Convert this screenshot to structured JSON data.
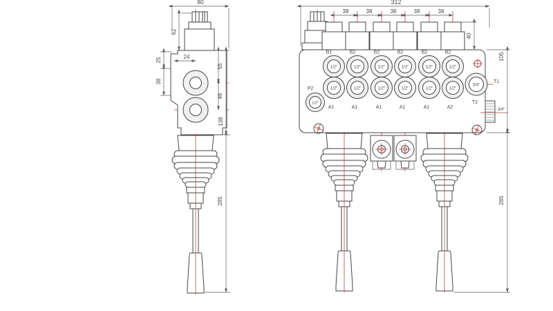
{
  "drawing": {
    "type": "hydraulic-directional-valve-dimension-drawing",
    "colors": {
      "outline": "#45454a",
      "centerline": "#b23b36",
      "dimension": "#5a5a60",
      "background": "#ffffff",
      "boss_fill": "#f0f0f1"
    },
    "side_view": {
      "dims": {
        "width": "80",
        "actuator_height": "62",
        "flange_top": "25",
        "flange_port": "38",
        "spool_offset": "24",
        "port1_from_top": "55",
        "port_spacing": "46",
        "body_height": "138",
        "lever_reach": "285"
      }
    },
    "front_view": {
      "dims": {
        "overall_width": "312",
        "section_pitch": [
          "38",
          "38",
          "38",
          "38",
          "38"
        ],
        "cap_height": "40",
        "body_height": "105",
        "lever_reach": "285"
      },
      "ports": {
        "top_row": [
          "B1",
          "B2",
          "B2",
          "B2",
          "B2",
          "B2"
        ],
        "bottom_row": [
          "A1",
          "A1",
          "A1",
          "A1",
          "A1",
          "A2"
        ],
        "size_half": "1/2\"",
        "size_three_quarter": "3/4\"",
        "pump_port": "P2",
        "tank_port_1": "T1",
        "tank_port_2": "T2",
        "side_port_size": "3/4\""
      }
    }
  }
}
